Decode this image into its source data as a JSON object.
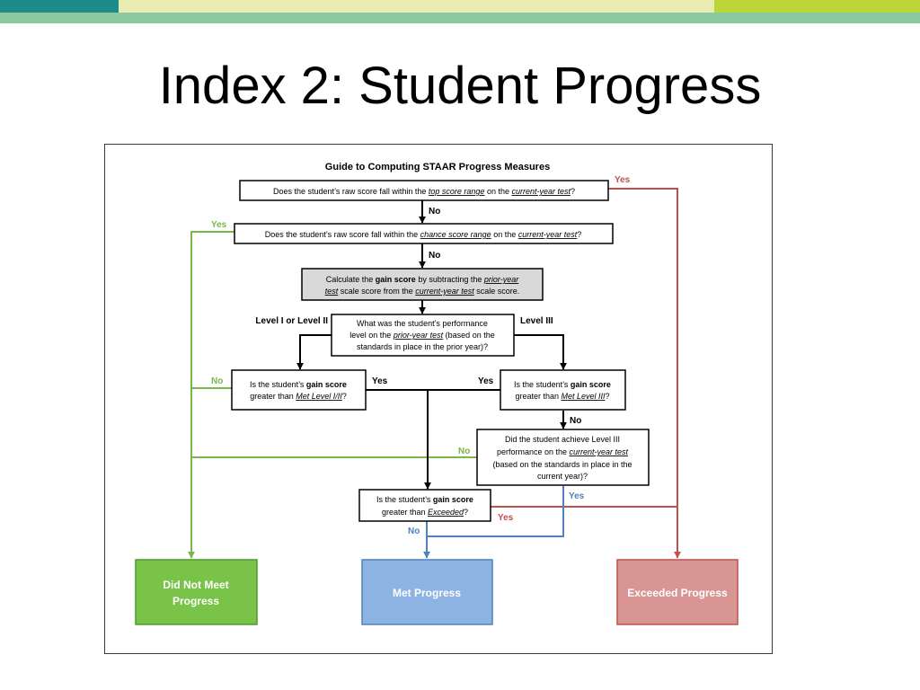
{
  "slide": {
    "title": "Index 2:  Student Progress"
  },
  "colors": {
    "teal": "#1f8a8a",
    "light_green": "#e8ecb0",
    "lime": "#bcd63a",
    "band": "#8dc9a0",
    "green": "#7ab648",
    "blue": "#4f81bd",
    "red": "#c0504d"
  },
  "flow": {
    "title": "Guide to Computing STAAR Progress Measures",
    "q1": {
      "pre": "Does the student’s raw score fall within the ",
      "em1": "top score range",
      "mid": " on the ",
      "em2": "current-year test",
      "post": "?"
    },
    "q2": {
      "pre": "Does the student’s raw score fall within the ",
      "em1": "chance score range",
      "mid": " on the ",
      "em2": "current-year test",
      "post": "?"
    },
    "calc": {
      "l1_pre": "Calculate the ",
      "l1_b": "gain score",
      "l1_mid": " by subtracting the ",
      "l1_em": "prior-year",
      "l2_em1": "test",
      "l2_mid": " scale score from the ",
      "l2_em2": "current-year test",
      "l2_post": " scale score."
    },
    "perf": {
      "l1": "What was the student’s performance",
      "l2_pre": "level on the ",
      "l2_em": "prior-year test",
      "l2_post": " (based on the",
      "l3": "standards in place in the prior year)?"
    },
    "gain12": {
      "l1_pre": "Is the student’s ",
      "l1_b": "gain score",
      "l2_pre": "greater than ",
      "l2_em": "Met Level I/II",
      "l2_post": "?"
    },
    "gain3": {
      "l1_pre": "Is the student’s ",
      "l1_b": "gain score",
      "l2_pre": "greater than ",
      "l2_em": "Met Level III",
      "l2_post": "?"
    },
    "achieve": {
      "l1": "Did the student achieve Level III",
      "l2_pre": "performance on the ",
      "l2_em": "current-year test",
      "l3": "(based on the standards in place in the",
      "l4": "current year)?"
    },
    "exceed": {
      "l1_pre": "Is the student’s ",
      "l1_b": "gain score",
      "l2_pre": "greater than ",
      "l2_em": "Exceeded",
      "l2_post": "?"
    },
    "labels": {
      "yes": "Yes",
      "no": "No",
      "level12": "Level I or Level II",
      "level3": "Level III"
    },
    "outcomes": {
      "did_not_meet_1": "Did Not Meet",
      "did_not_meet_2": "Progress",
      "met": "Met Progress",
      "exceeded": "Exceeded Progress"
    }
  }
}
